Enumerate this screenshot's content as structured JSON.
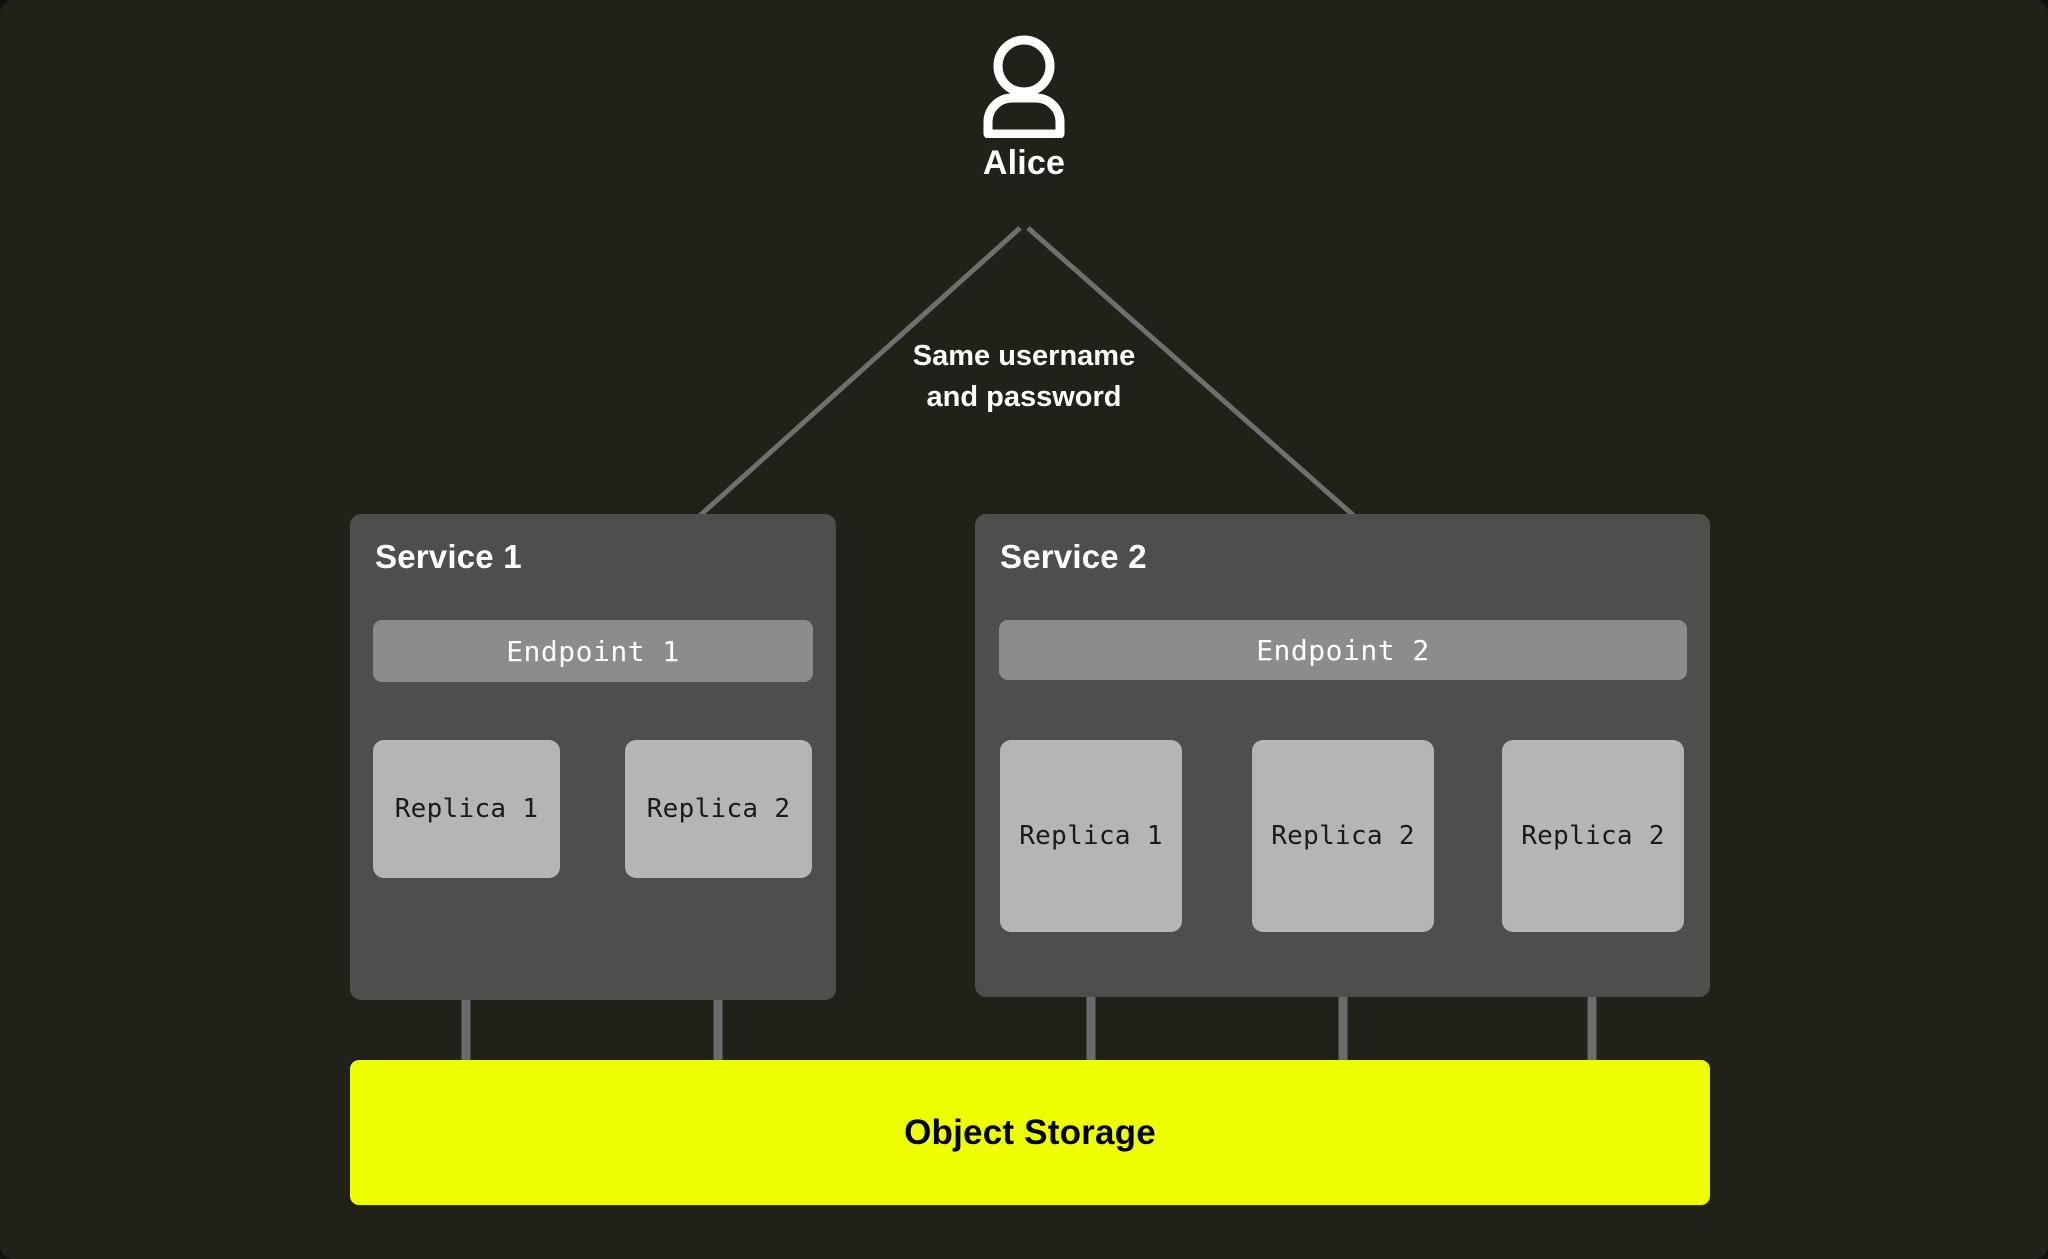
{
  "diagram": {
    "background_color": "#212119",
    "actor": {
      "icon": "person-icon",
      "label": "Alice"
    },
    "edge_annotation": {
      "line_1": "Same username",
      "line_2": "and password"
    },
    "services": [
      {
        "title": "Service 1",
        "endpoint": "Endpoint 1",
        "replicas": [
          "Replica 1",
          "Replica 2"
        ]
      },
      {
        "title": "Service 2",
        "endpoint": "Endpoint 2",
        "replicas": [
          "Replica 1",
          "Replica 2",
          "Replica 2"
        ]
      }
    ],
    "storage": {
      "label": "Object Storage",
      "color": "#EDFF00",
      "text_color": "#000000"
    },
    "colors": {
      "panel": "#4e4e4c",
      "endpoint": "#8c8c8c",
      "replica": "#b5b5b5",
      "connector": "#6b6b6b",
      "arrow": "#6f6f6f",
      "text_light": "#ffffff"
    }
  }
}
